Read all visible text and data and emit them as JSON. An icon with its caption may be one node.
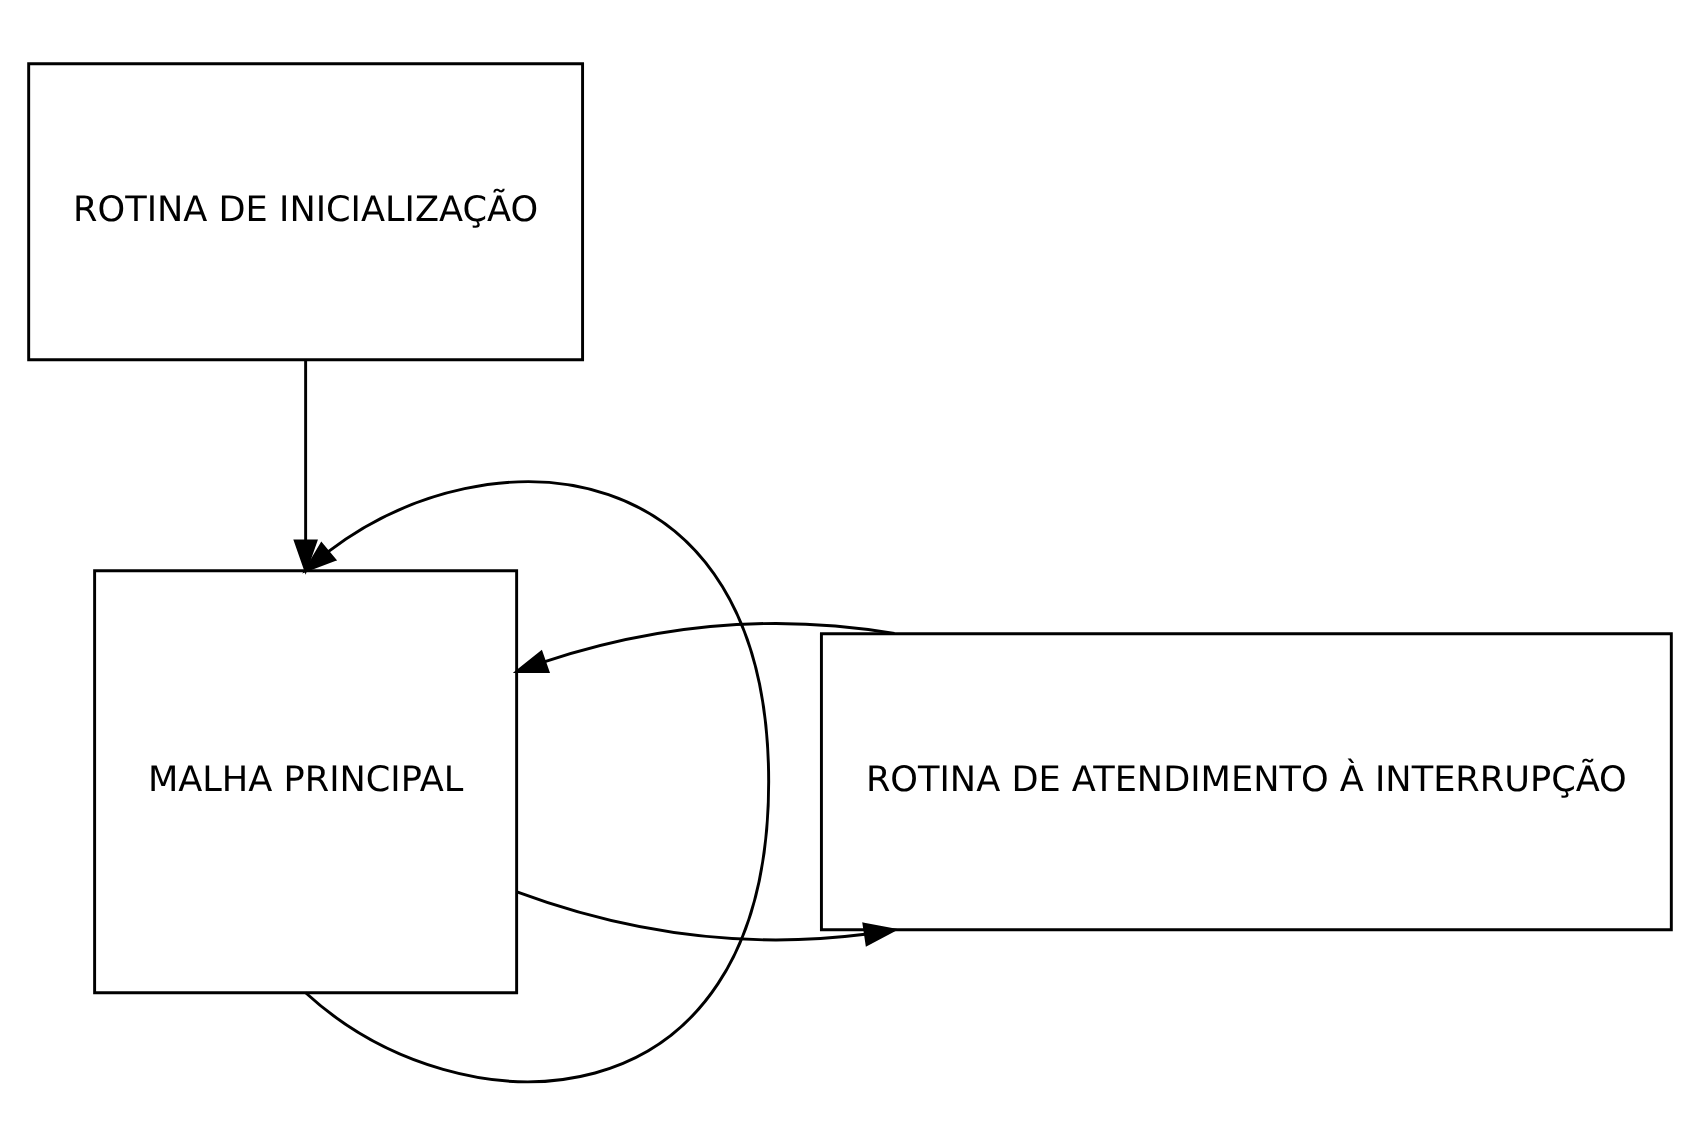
{
  "diagram": {
    "nodes": [
      {
        "text": [
          "ROTINA DE INICIALIZAÇÃO"
        ]
      },
      {
        "text": [
          "MALHA PRINCIPAL"
        ]
      },
      {
        "text": [
          "ROTINA DE ATENDIMENTO À INTERRUPÇÃO"
        ]
      }
    ],
    "edges": [
      {
        "from": 0,
        "to": 1,
        "arrow": "to"
      },
      {
        "from": 1,
        "to": 2,
        "arrow": "to"
      },
      {
        "from": 2,
        "to": 1,
        "arrow": "to"
      },
      {
        "from": 1,
        "to": 1,
        "arrow": "to"
      }
    ]
  }
}
